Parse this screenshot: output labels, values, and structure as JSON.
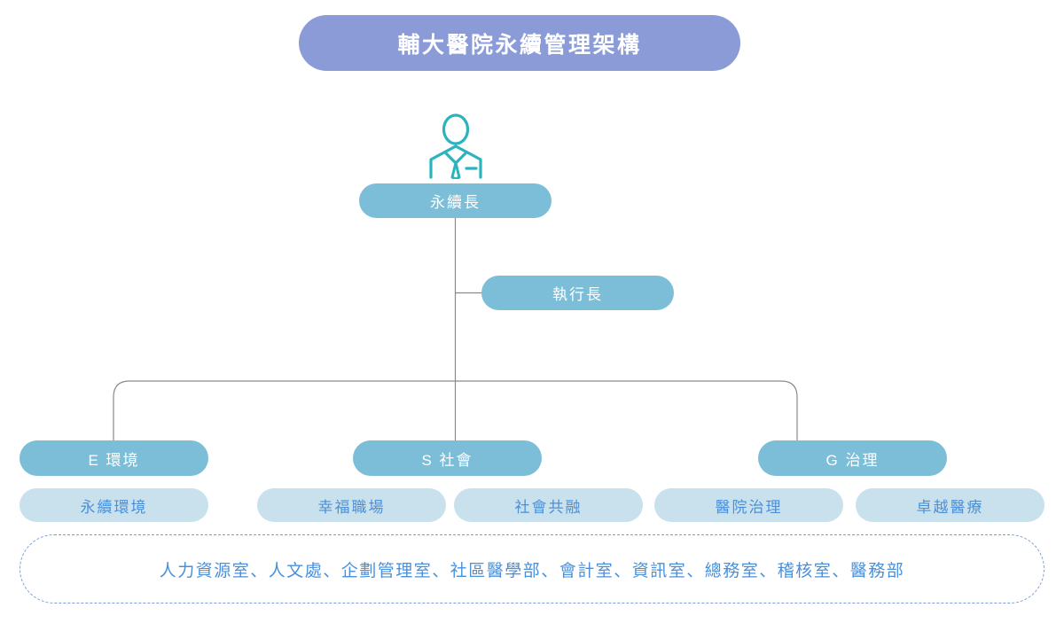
{
  "title": {
    "text": "輔大醫院永續管理架構",
    "color": "#8a9bd8",
    "text_color": "#ffffff"
  },
  "icons": {
    "leader": "person-executive-icon",
    "leader_color": "#2bb3be"
  },
  "executive_nodes": [
    {
      "id": "sustainability-officer",
      "label": "永續長",
      "color": "#7cbdd8"
    },
    {
      "id": "chief-executive",
      "label": "執行長",
      "color": "#7cbdd8"
    }
  ],
  "esg_pillars": [
    {
      "id": "environment",
      "label": "E 環境",
      "color": "#7cbdd8"
    },
    {
      "id": "social",
      "label": "S 社會",
      "color": "#7cbdd8"
    },
    {
      "id": "governance",
      "label": "G 治理",
      "color": "#7cbdd8"
    }
  ],
  "sub_topics": [
    {
      "id": "sustainable-environment",
      "label": "永續環境",
      "pillar": "environment"
    },
    {
      "id": "happy-workplace",
      "label": "幸福職場",
      "pillar": "social"
    },
    {
      "id": "social-inclusion",
      "label": "社會共融",
      "pillar": "social"
    },
    {
      "id": "hospital-governance",
      "label": "醫院治理",
      "pillar": "governance"
    },
    {
      "id": "excellent-healthcare",
      "label": "卓越醫療",
      "pillar": "governance"
    }
  ],
  "sub_topic_style": {
    "background": "#c9e0ed",
    "text_color": "#4a90d9"
  },
  "departments": {
    "text": "人力資源室、人文處、企劃管理室、社區醫學部、會計室、資訊室、總務室、稽核室、醫務部",
    "border_color": "#7b9fd4",
    "text_color": "#4a90d9"
  },
  "connector_color": "#8a8a8a"
}
